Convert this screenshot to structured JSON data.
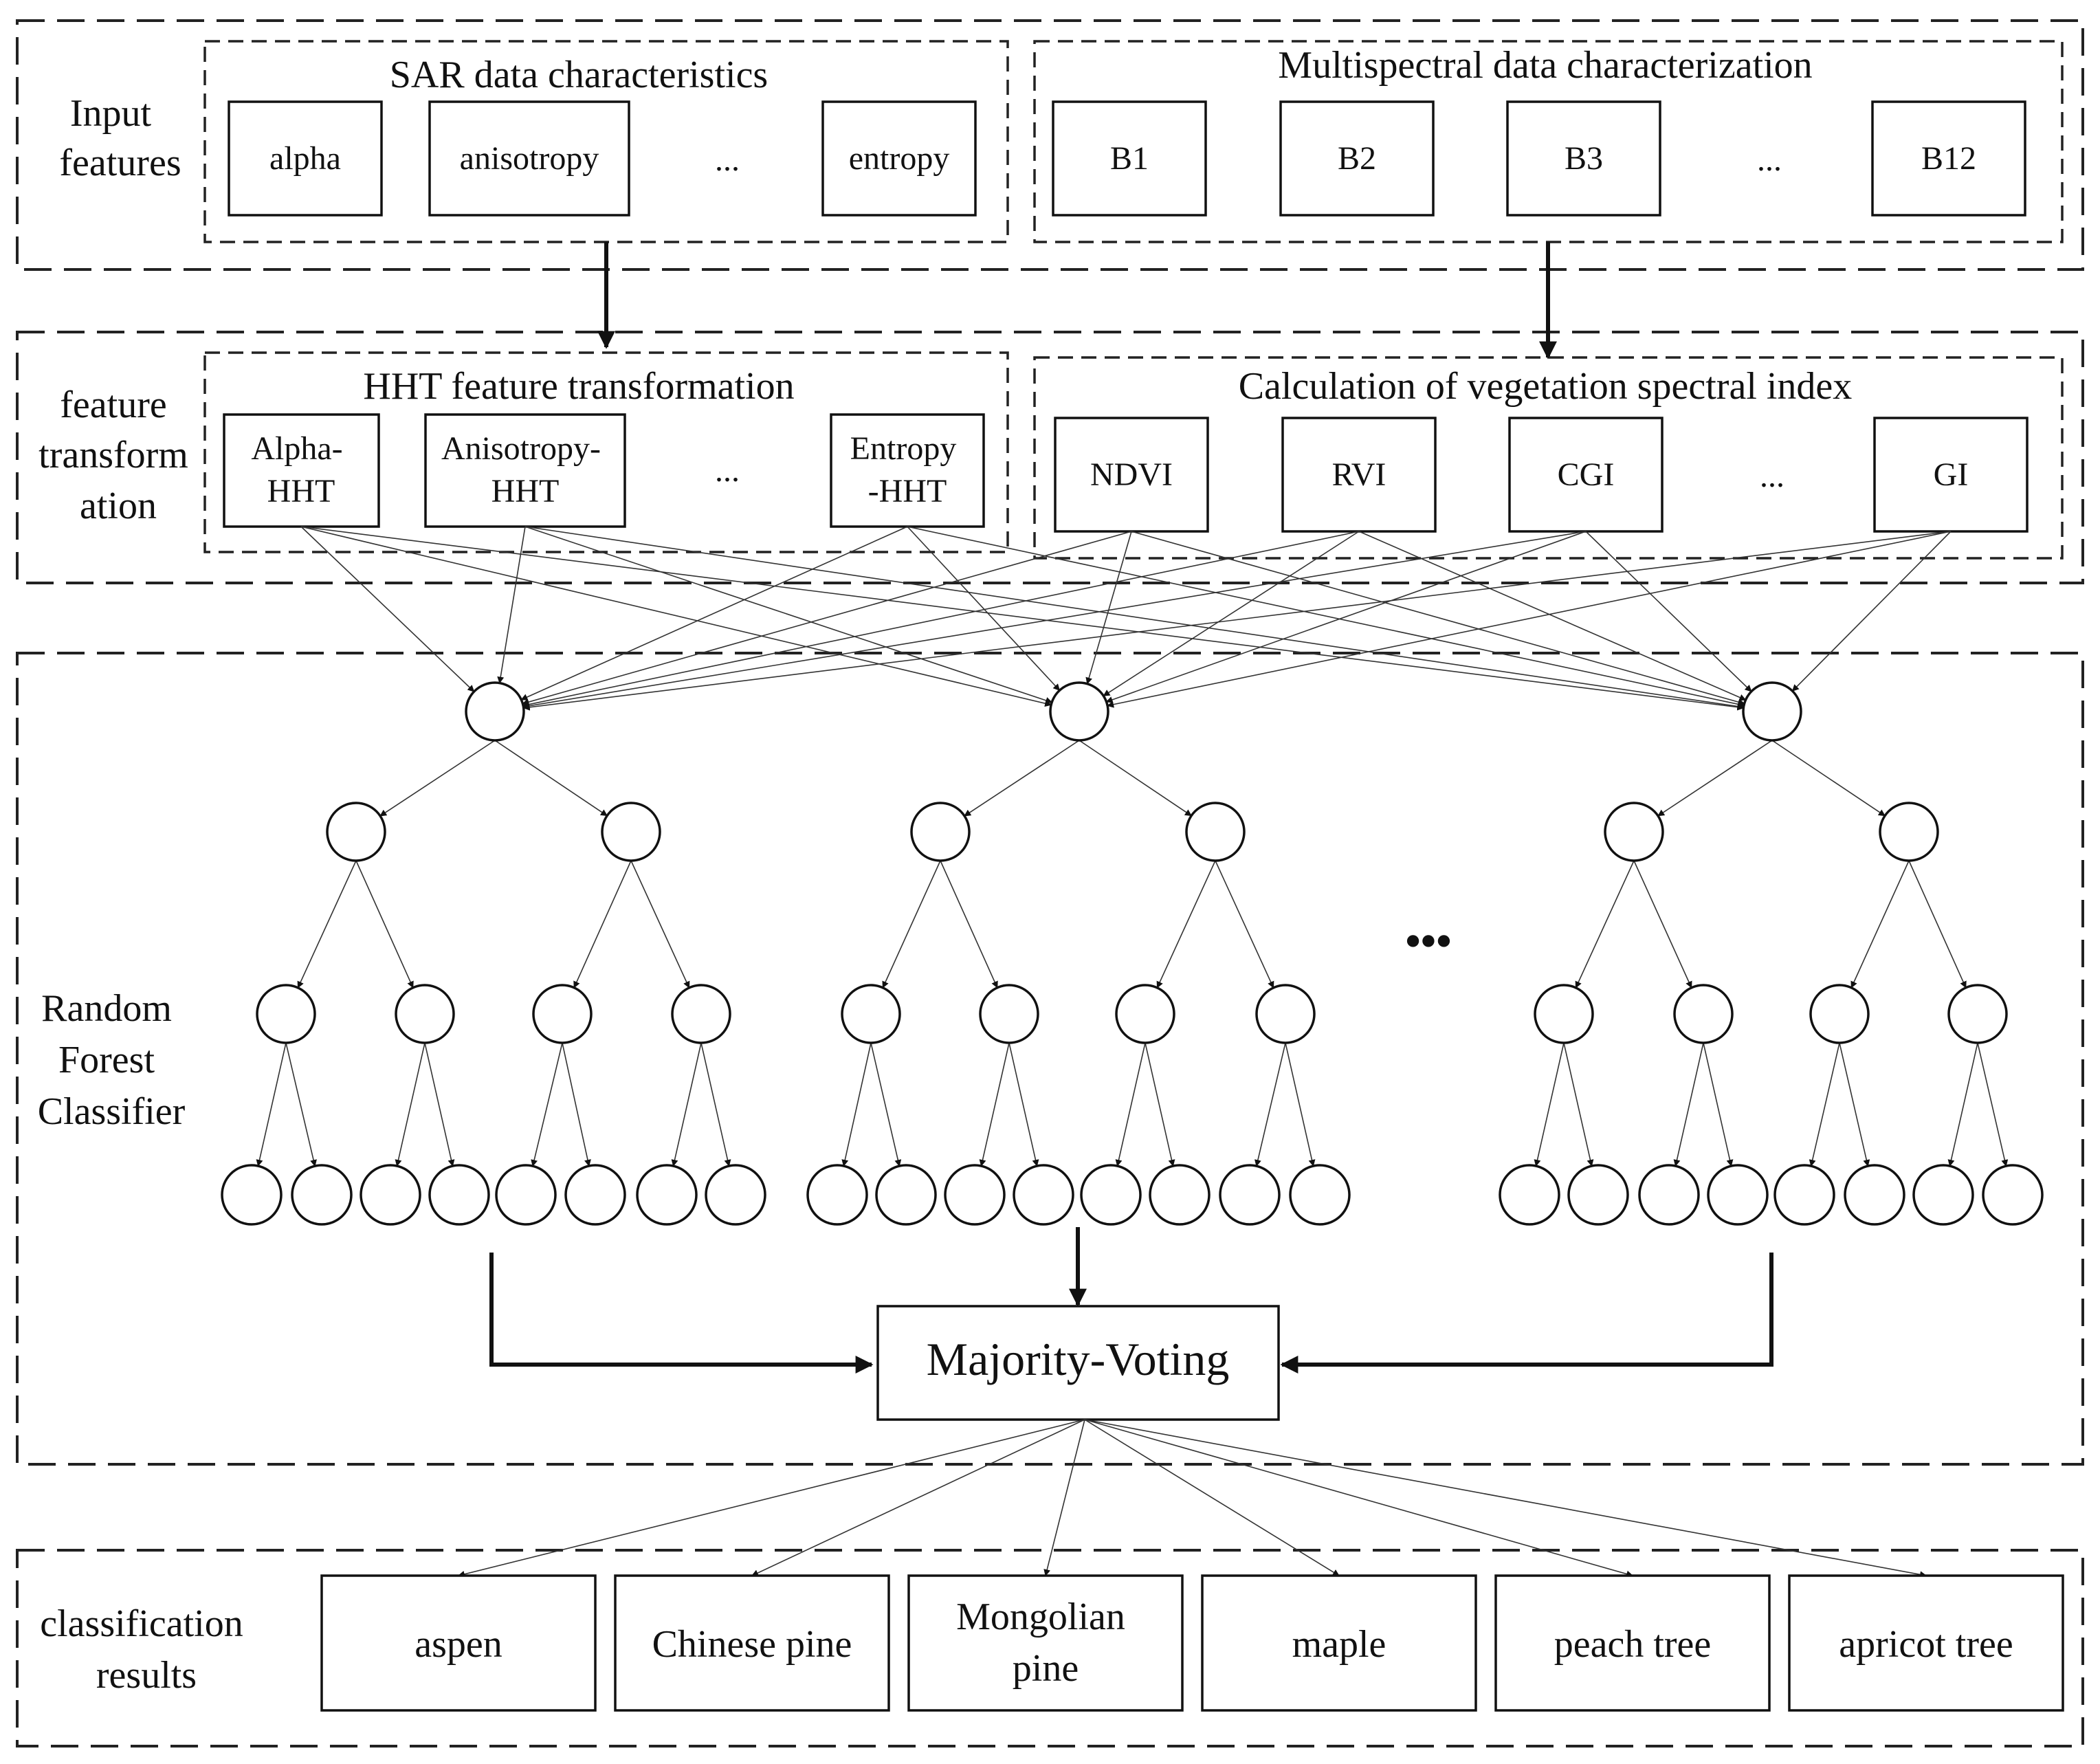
{
  "layers": {
    "input": {
      "label": [
        "Input",
        "features"
      ]
    },
    "transform": {
      "label": [
        "feature",
        "transform",
        "ation"
      ]
    },
    "classifier": {
      "label": [
        "Random",
        "Forest",
        "Classifier"
      ]
    },
    "results": {
      "label": [
        "classification",
        "results"
      ]
    }
  },
  "groups": {
    "sar": {
      "title": "SAR data characteristics",
      "items": [
        "alpha",
        "anisotropy",
        "...",
        "entropy"
      ]
    },
    "multispectral": {
      "title": "Multispectral data characterization",
      "items": [
        "B1",
        "B2",
        "B3",
        "...",
        "B12"
      ]
    },
    "hht": {
      "title": "HHT feature transformation",
      "items": [
        [
          "Alpha-",
          "HHT"
        ],
        [
          "Anisotropy-",
          "HHT"
        ],
        "...",
        [
          "Entropy",
          "-HHT"
        ]
      ]
    },
    "vegetation": {
      "title": "Calculation of vegetation spectral index",
      "items": [
        "NDVI",
        "RVI",
        "CGI",
        "...",
        "GI"
      ]
    }
  },
  "forest": {
    "tree_count_shown": 3,
    "ellipsis": "•••",
    "voting_label": "Majority-Voting"
  },
  "results": {
    "classes": [
      "aspen",
      "Chinese pine",
      [
        "Mongolian",
        "pine"
      ],
      "maple",
      "peach tree",
      "apricot tree"
    ]
  }
}
